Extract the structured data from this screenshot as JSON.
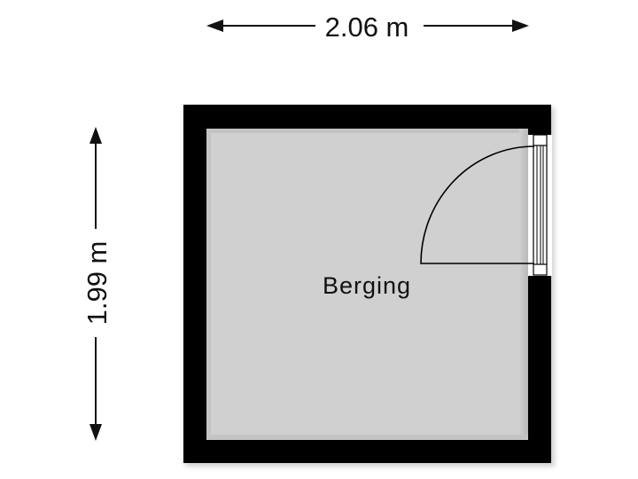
{
  "floorplan": {
    "room": {
      "name": "Berging",
      "fill": "#d0d0d0",
      "wall_color": "#000000"
    },
    "dimensions": {
      "width_label": "2.06 m",
      "height_label": "1.99 m"
    },
    "door": {
      "type": "swing-door",
      "hinge_side": "right",
      "swing": "inward"
    }
  }
}
